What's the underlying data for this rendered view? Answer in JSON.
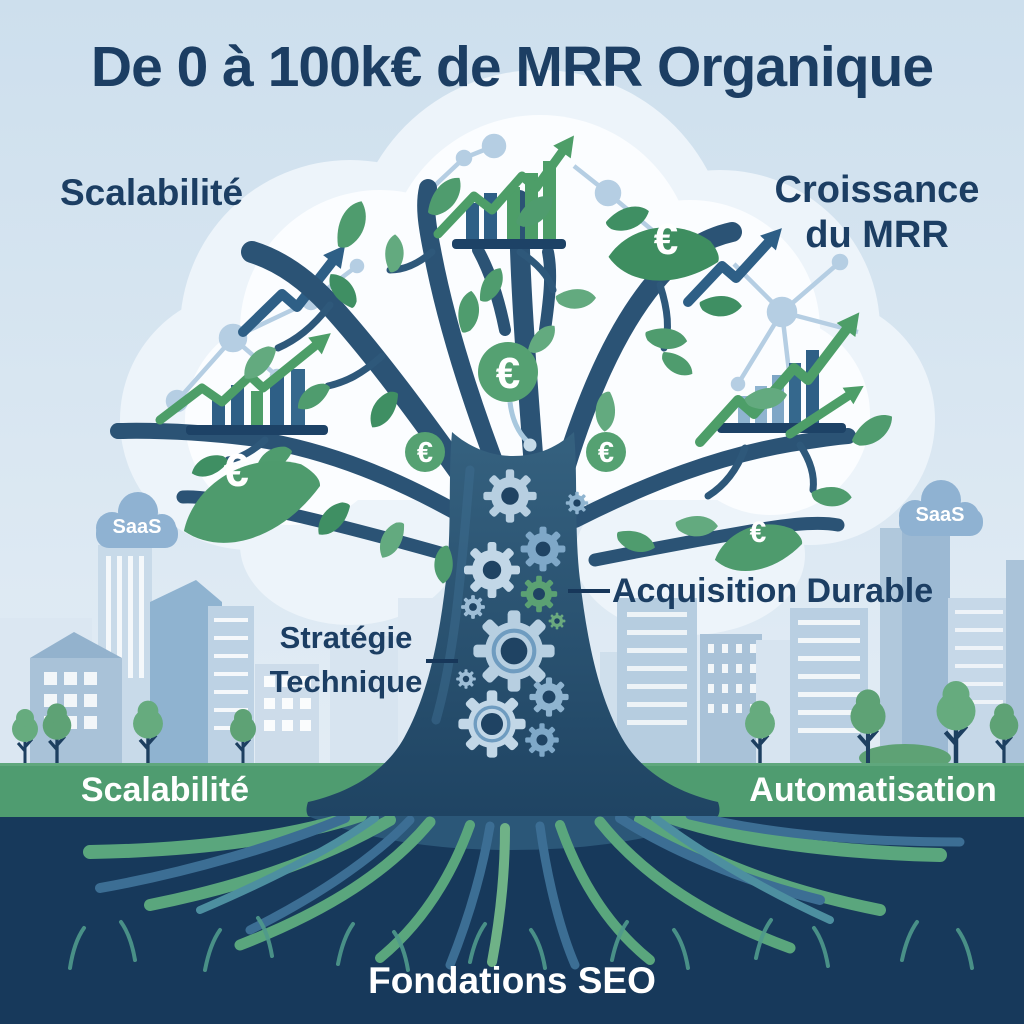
{
  "title": "De 0 à 100k€ de MRR Organique",
  "labels": {
    "top_left": "Scalabilité",
    "top_right": "Croissance\ndu MRR",
    "mid_right": "Acquisition Durable",
    "mid_left": "Stratégie\nTechnique",
    "band_left": "Scalabilité",
    "band_right": "Automatisation",
    "bottom": "Fondations SEO",
    "cloud_left": "SaaS",
    "cloud_right": "SaaS"
  },
  "icons": {
    "euro": "€",
    "names": [
      "gear-icon",
      "leaf-icon",
      "euro-coin-icon",
      "bar-chart-icon",
      "growth-arrow-icon",
      "network-nodes-icon",
      "saas-cloud-icon",
      "city-tree-icon",
      "roots-icon"
    ]
  },
  "palette": {
    "navy_text": "#1c3e63",
    "sky_top": "#cddfed",
    "sky_bottom": "#e9f1f7",
    "cloud_white": "#fbfdff",
    "trunk_dark": "#1f4463",
    "trunk_light": "#35617f",
    "gear_light_blue": "#bcd3e4",
    "gear_green": "#5ba173",
    "leaf_green": "#4f9c6e",
    "coin_green": "#55a172",
    "arrow_blue": "#2e5f86",
    "arrow_green": "#4d9e68",
    "band_green": "#4f9c70",
    "ground_navy": "#17395b",
    "root_green": "#5aa67d",
    "root_blue": "#3c6e94",
    "building_blue": "#a9c2d8",
    "saas_cloud_blue": "#8fb2d2"
  }
}
